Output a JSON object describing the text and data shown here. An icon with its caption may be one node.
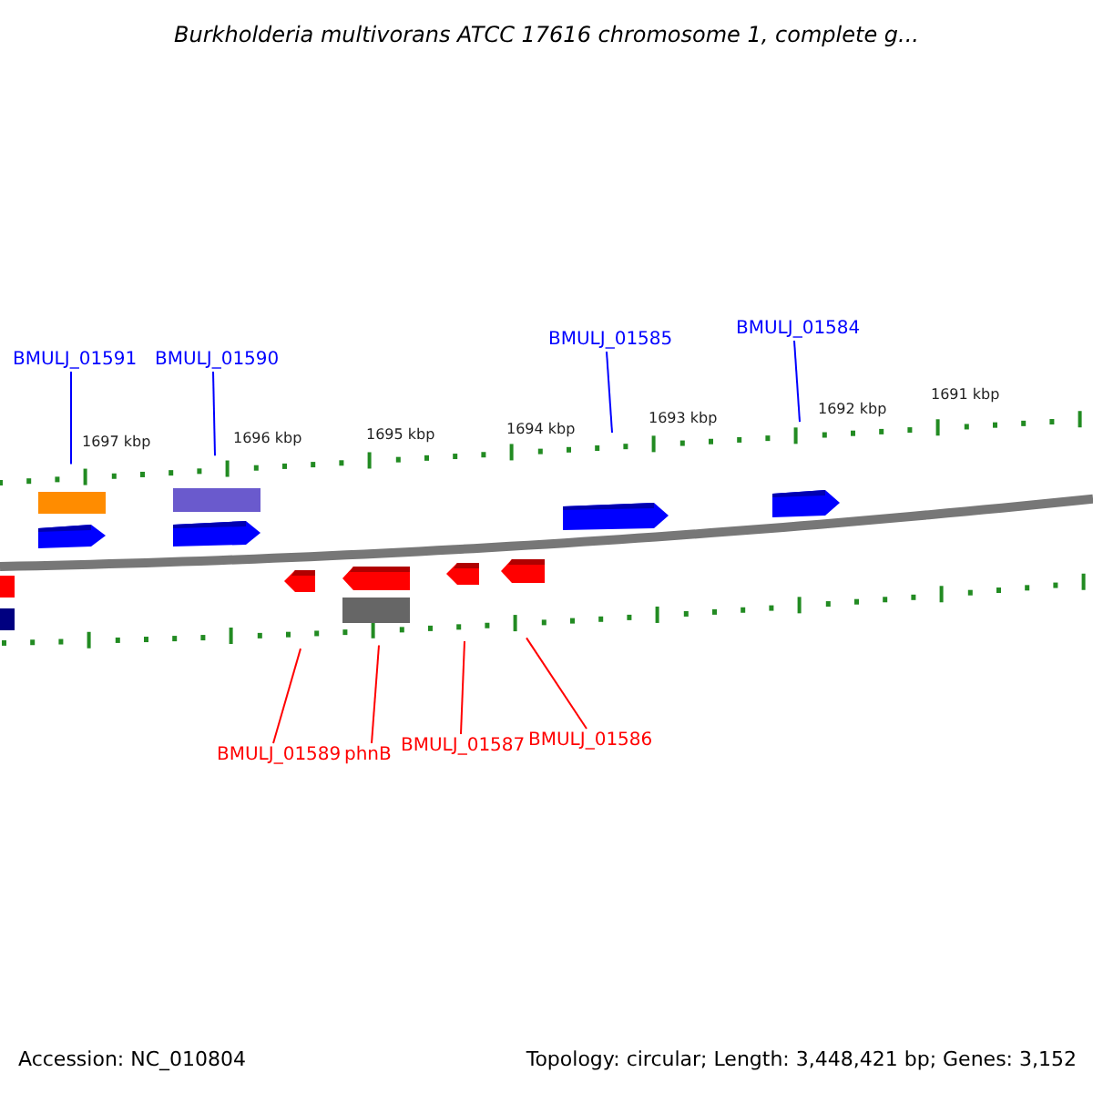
{
  "diagram": {
    "title": "Burkholderia multivorans ATCC 17616 chromosome 1, complete g...",
    "nodes": [
      {
        "text": [
          "BMULJ_01591"
        ]
      },
      {
        "text": [
          "BMULJ_01590"
        ]
      },
      {
        "text": [
          "BMULJ_01585"
        ]
      },
      {
        "text": [
          "BMULJ_01584"
        ]
      },
      {
        "text": [
          "BMULJ_01589"
        ]
      },
      {
        "text": [
          "phnB"
        ]
      },
      {
        "text": [
          "BMULJ_01587"
        ]
      },
      {
        "text": [
          "BMULJ_01586"
        ]
      }
    ],
    "edges": [
      {
        "from": 0,
        "to": null,
        "arrow": "none"
      },
      {
        "from": 1,
        "to": null,
        "arrow": "none"
      },
      {
        "from": 2,
        "to": null,
        "arrow": "none"
      },
      {
        "from": 3,
        "to": null,
        "arrow": "none"
      },
      {
        "from": 4,
        "to": null,
        "arrow": "none",
        "color": "#ff0000"
      },
      {
        "from": 5,
        "to": null,
        "arrow": "none",
        "color": "#ff0000"
      },
      {
        "from": 6,
        "to": null,
        "arrow": "none",
        "color": "#ff0000"
      },
      {
        "from": 7,
        "to": null,
        "arrow": "none",
        "color": "#ff0000"
      }
    ],
    "labels": [
      "1697 kbp",
      "1696 kbp",
      "1695 kbp",
      "1694 kbp",
      "1693 kbp",
      "1692 kbp",
      "1691 kbp",
      "Accession: NC_010804",
      "Topology: circular; Length: 3,448,421 bp; Genes: 3,152"
    ]
  }
}
